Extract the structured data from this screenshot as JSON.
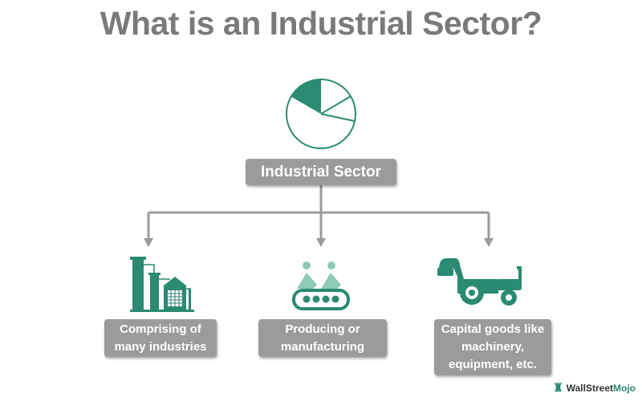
{
  "title": "What is an Industrial Sector?",
  "center": {
    "label": "Industrial Sector",
    "icon": "pie-chart-icon"
  },
  "branches": [
    {
      "label": "Comprising of many industries",
      "icon": "factory-icon"
    },
    {
      "label": "Producing or manufacturing",
      "icon": "conveyor-belt-workers-icon"
    },
    {
      "label": "Capital goods like machinery, equipment, etc.",
      "icon": "tractor-icon"
    }
  ],
  "logo": {
    "part1": "WallStreet",
    "part2": "Mojo"
  },
  "colors": {
    "green": "#2a8a72",
    "light_green": "#8fc9b7",
    "gray": "#9b9b9b",
    "title": "#7a7a7a"
  }
}
